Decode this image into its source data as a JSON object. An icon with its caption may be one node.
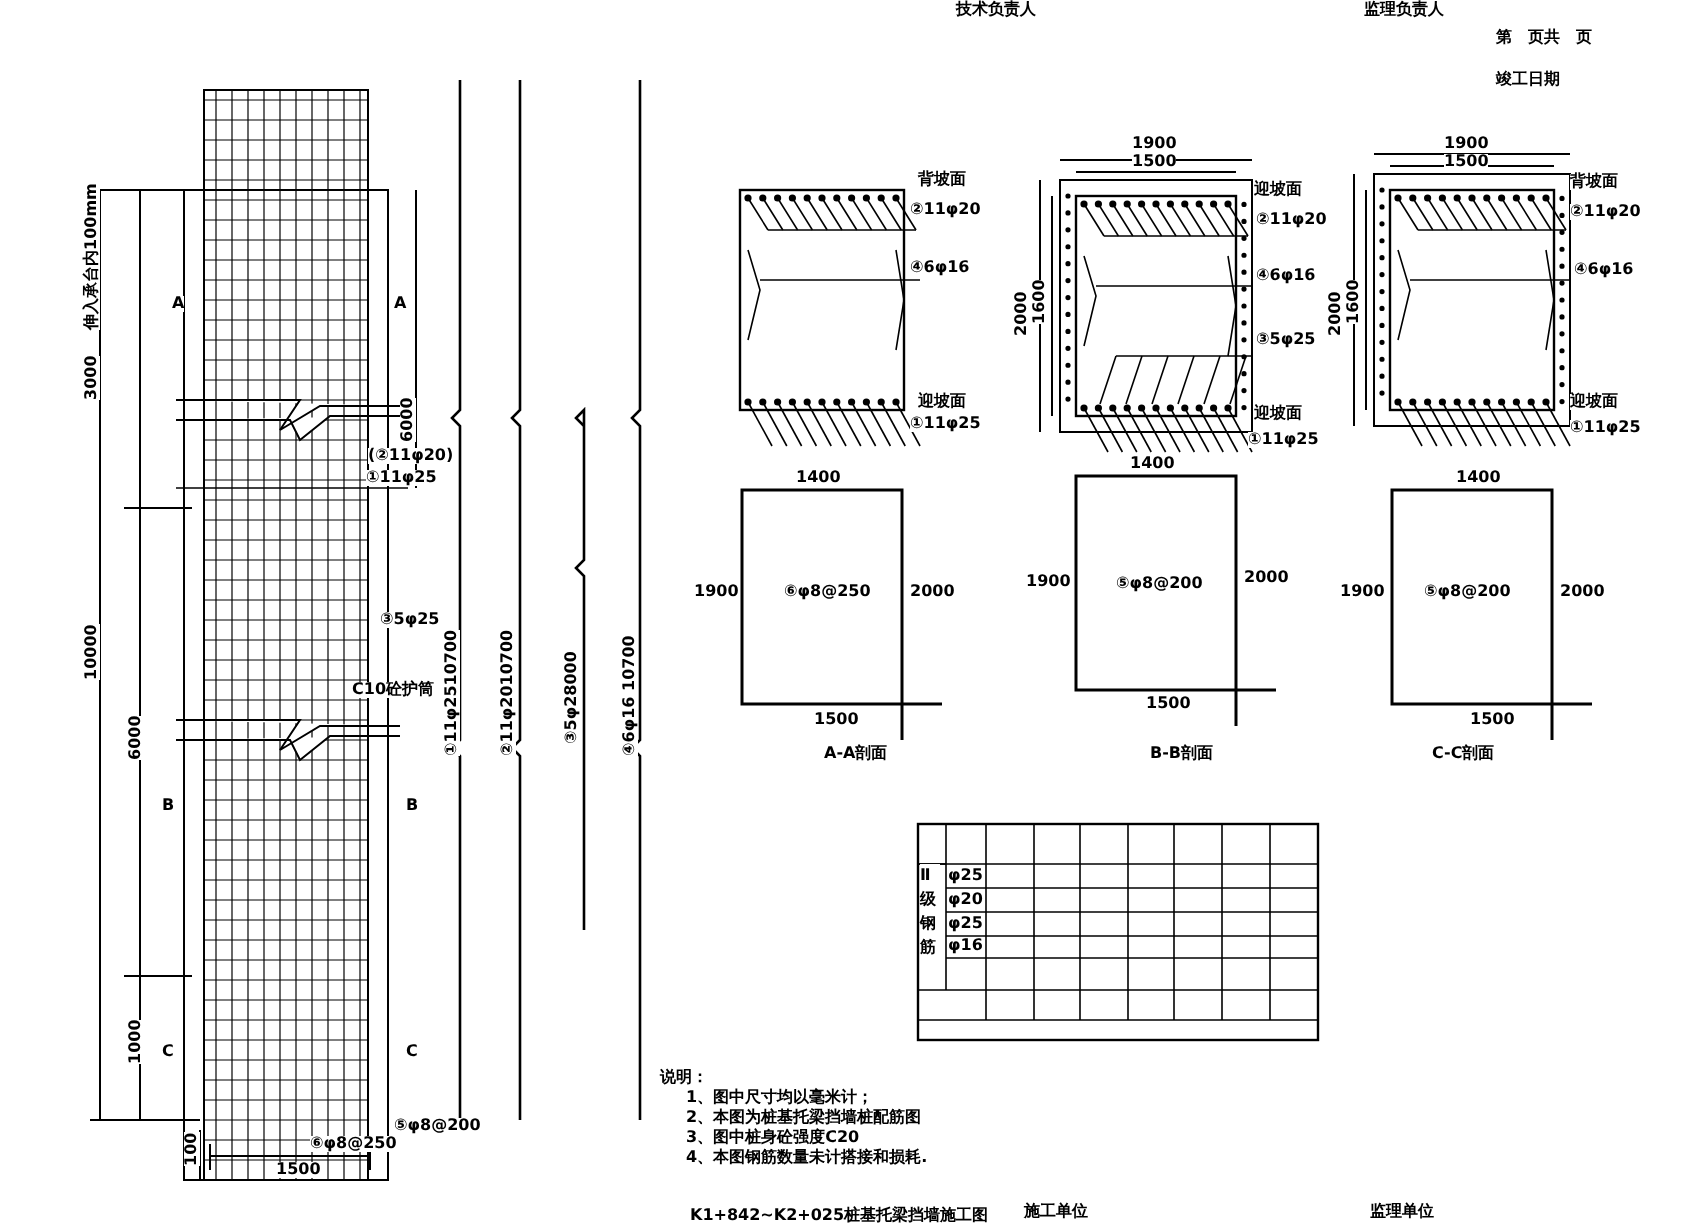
{
  "diagram": {
    "title": "K1+842~K2+025桩基托梁挡墙施工图",
    "labels": [
      "技术负责人",
      "监理负责人",
      "第　页共　页",
      "竣工日期",
      "伸入承台内100mm",
      "3000",
      "A",
      "A",
      "6000",
      "(②11φ20)",
      "①11φ25",
      "③5φ25",
      "C10砼护筒",
      "①11φ2510700",
      "②11φ2010700",
      "③5φ28000",
      "④6φ16 10700",
      "10000",
      "6000",
      "B",
      "B",
      "1000",
      "C",
      "C",
      "⑤φ8@200",
      "⑥φ8@250",
      "100",
      "1500",
      "背坡面",
      "②11φ20",
      "④6φ16",
      "迎坡面",
      "①11φ25",
      "1900",
      "1500",
      "2000",
      "1600",
      "迎坡面",
      "②11φ20",
      "④6φ16",
      "③5φ25",
      "迎坡面",
      "①11φ25",
      "1900",
      "1500",
      "2000",
      "1600",
      "背坡面",
      "②11φ20",
      "④6φ16",
      "迎坡面",
      "①11φ25",
      "1400",
      "1900",
      "⑥φ8@250",
      "2000",
      "1500",
      "A-A剖面",
      "1400",
      "1900",
      "⑤φ8@200",
      "2000",
      "1500",
      "B-B剖面",
      "1400",
      "1900",
      "⑤φ8@200",
      "2000",
      "1500",
      "C-C剖面",
      "Ⅱ级钢筋",
      "φ25",
      "φ20",
      "φ25",
      "φ16",
      "说明：",
      "1、图中尺寸均以毫米计；",
      "2、本图为桩基托梁挡墙桩配筋图",
      "3、图中桩身砼强度C20",
      "4、本图钢筋数量未计搭接和损耗.",
      "施工单位",
      "监理单位"
    ]
  }
}
